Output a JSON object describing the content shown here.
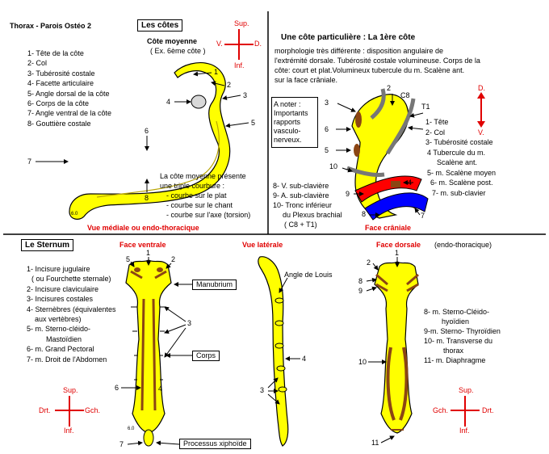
{
  "page_title": "Thorax - Parois Ostéo 2",
  "ribs": {
    "box_title": "Les côtes",
    "subtitle": "Côte moyenne",
    "example": "( Ex. 6ème côte )",
    "legend": [
      "1- Tête de la côte",
      "2- Col",
      "3- Tubérosité costale",
      "4- Facette articulaire",
      "5- Angle dorsal de la côte",
      "6- Corps de la côte",
      "7- Angle ventral de la côte",
      "8- Gouttière costale"
    ],
    "curvature": [
      "La côte moyenne présente",
      "une triple courbure :",
      "- courbe sur le plat",
      "- courbe sur le chant",
      "- courbe sur l'axe  (torsion)"
    ],
    "caption": "Vue médiale ou endo-thoracique",
    "markers": [
      "1",
      "2",
      "3",
      "4",
      "5",
      "6",
      "7",
      "8"
    ],
    "watermark": "6.0"
  },
  "orient_top_left": {
    "sup": "Sup.",
    "inf": "Inf.",
    "left": "V.",
    "right": "D."
  },
  "first_rib": {
    "title": "Une côte particulière : La 1ère côte",
    "desc": [
      "morphologie très différente : disposition angulaire de",
      "l'extrémité dorsale. Tubérosité costale volumineuse. Corps de la",
      "côte: court et plat.Volumineux tubercule du  m. Scalène ant.",
      "sur la face  crâniale."
    ],
    "note": [
      "A noter :",
      "Importants",
      "rapports",
      "vasculo-",
      "nerveux."
    ],
    "legend_right": [
      "1- Tête",
      "2- Col",
      "3-   Tubérosité costale",
      "4 Tubercule du m.",
      "Scalène ant.",
      "5- m. Scalène moyen",
      "6- m. Scalène post.",
      "7- m. sub-clavier"
    ],
    "legend_bottom": [
      "8- V.  sub-clavière",
      "9- A. sub-clavière",
      "10- Tronc inférieur",
      "du Plexus brachial",
      "( C8 + T1)"
    ],
    "caption": "Face crâniale",
    "vertebrae": [
      "C8",
      "T1"
    ],
    "orient": {
      "top": "D.",
      "bottom": "V."
    },
    "markers": [
      "1",
      "2",
      "3",
      "4",
      "5",
      "6",
      "7",
      "8",
      "9",
      "10"
    ]
  },
  "sternum": {
    "box_title": "Le Sternum",
    "legend": [
      "1- Incisure jugulaire",
      "( ou Fourchette sternale)",
      "2- Incisure claviculaire",
      "3- Incisures costales",
      "4- Sternèbres (équivalentes",
      "aux  vertèbres)",
      "5- m. Sterno-cléido-",
      "Mastoïdien",
      "6- m. Grand Pectoral",
      "7- m. Droit de l'Abdomen"
    ],
    "front_caption": "Face ventrale",
    "lateral_caption": "Vue latérale",
    "back_caption": "Face dorsale",
    "back_caption_note": "(endo-thoracique)",
    "labels": {
      "manubrium": "Manubrium",
      "corps": "Corps",
      "xiphoid": "Processus xiphoïde",
      "angle": "Angle de Louis"
    },
    "legend_back": [
      "8- m. Sterno-Cléido-",
      "hyoïdien",
      "9-m. Sterno- Thyroïdien",
      "10- m. Transverse du",
      "thorax",
      "11- m. Diaphragme"
    ],
    "markers": [
      "1",
      "2",
      "3",
      "4",
      "5",
      "6",
      "7",
      "8",
      "9",
      "10",
      "11"
    ],
    "watermark": "6.0",
    "orient_left": {
      "sup": "Sup.",
      "inf": "Inf.",
      "left": "Drt.",
      "right": "Gch."
    },
    "orient_right": {
      "sup": "Sup.",
      "inf": "Inf.",
      "left": "Gch.",
      "right": "Drt."
    }
  },
  "colors": {
    "bone": "#ffff00",
    "label_red": "#e00000",
    "muscle": "#8b4513",
    "vein": "#0000ff",
    "artery": "#ff0000",
    "nerve": "#888888"
  }
}
